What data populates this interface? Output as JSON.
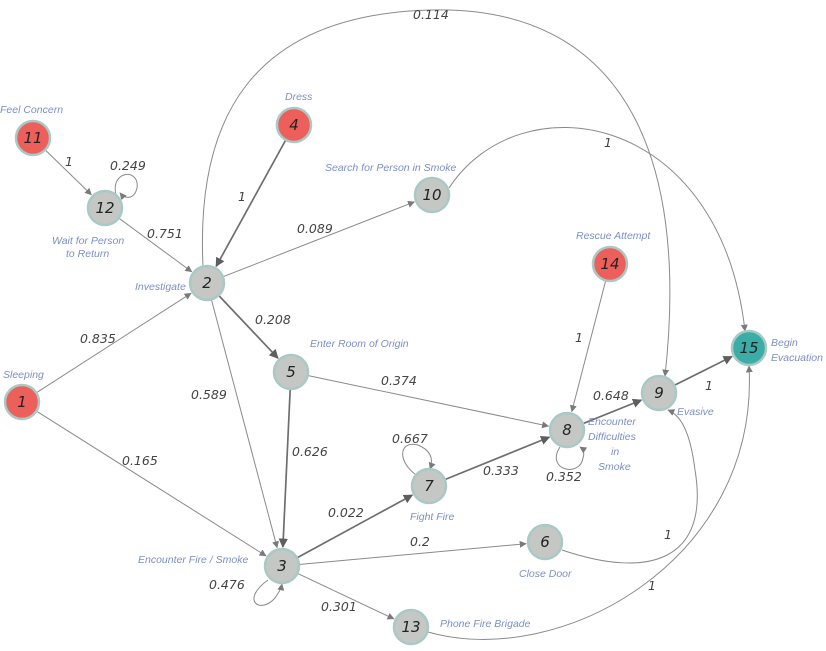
{
  "colors": {
    "node_red": "#ec5f5a",
    "node_gray": "#c5c7c4",
    "node_teal": "#3aaea6",
    "node_border": "#a9c9c6",
    "edge": "#8a8a8a",
    "label": "#7c8fc4"
  },
  "nodes": [
    {
      "id": "1",
      "label": "Sleeping",
      "kind": "red"
    },
    {
      "id": "2",
      "label": "Investigate",
      "kind": "gray"
    },
    {
      "id": "3",
      "label": "Encounter Fire / Smoke",
      "kind": "gray"
    },
    {
      "id": "4",
      "label": "Dress",
      "kind": "red"
    },
    {
      "id": "5",
      "label": "Enter Room of Origin",
      "kind": "gray"
    },
    {
      "id": "6",
      "label": "Close Door",
      "kind": "gray"
    },
    {
      "id": "7",
      "label": "Fight Fire",
      "kind": "gray"
    },
    {
      "id": "8",
      "label": "Encounter Difficulties in Smoke",
      "label_lines": [
        "Encounter",
        "Difficulties",
        "in",
        "Smoke"
      ],
      "kind": "gray"
    },
    {
      "id": "9",
      "label": "Evasive",
      "kind": "gray"
    },
    {
      "id": "10",
      "label": "Search for Person in Smoke",
      "kind": "gray"
    },
    {
      "id": "11",
      "label": "Feel Concern",
      "kind": "red"
    },
    {
      "id": "12",
      "label": "Wait for Person to Return",
      "label_lines": [
        "Wait for Person",
        "to Return"
      ],
      "kind": "gray"
    },
    {
      "id": "13",
      "label": "Phone Fire Brigade",
      "kind": "gray"
    },
    {
      "id": "14",
      "label": "Rescue Attempt",
      "kind": "red"
    },
    {
      "id": "15",
      "label": "Begin Evacuation",
      "label_lines": [
        "Begin",
        "Evacuation"
      ],
      "kind": "teal"
    }
  ],
  "edges": [
    {
      "from": "11",
      "to": "12",
      "weight": "1"
    },
    {
      "from": "12",
      "to": "12",
      "weight": "0.249"
    },
    {
      "from": "12",
      "to": "2",
      "weight": "0.751"
    },
    {
      "from": "4",
      "to": "2",
      "weight": "1"
    },
    {
      "from": "2",
      "to": "10",
      "weight": "0.089"
    },
    {
      "from": "2",
      "to": "9",
      "weight": "0.114"
    },
    {
      "from": "10",
      "to": "15",
      "weight": "1"
    },
    {
      "from": "1",
      "to": "2",
      "weight": "0.835"
    },
    {
      "from": "1",
      "to": "3",
      "weight": "0.165"
    },
    {
      "from": "2",
      "to": "5",
      "weight": "0.208"
    },
    {
      "from": "2",
      "to": "3",
      "weight": "0.589"
    },
    {
      "from": "5",
      "to": "8",
      "weight": "0.374"
    },
    {
      "from": "5",
      "to": "3",
      "weight": "0.626"
    },
    {
      "from": "14",
      "to": "8",
      "weight": "1"
    },
    {
      "from": "8",
      "to": "9",
      "weight": "0.648"
    },
    {
      "from": "8",
      "to": "8",
      "weight": "0.352"
    },
    {
      "from": "9",
      "to": "15",
      "weight": "1"
    },
    {
      "from": "7",
      "to": "7",
      "weight": "0.667"
    },
    {
      "from": "7",
      "to": "8",
      "weight": "0.333"
    },
    {
      "from": "3",
      "to": "7",
      "weight": "0.022"
    },
    {
      "from": "3",
      "to": "6",
      "weight": "0.2"
    },
    {
      "from": "3",
      "to": "3",
      "weight": "0.476"
    },
    {
      "from": "3",
      "to": "13",
      "weight": "0.301"
    },
    {
      "from": "6",
      "to": "9",
      "weight": "1"
    },
    {
      "from": "13",
      "to": "15",
      "weight": "1"
    }
  ]
}
